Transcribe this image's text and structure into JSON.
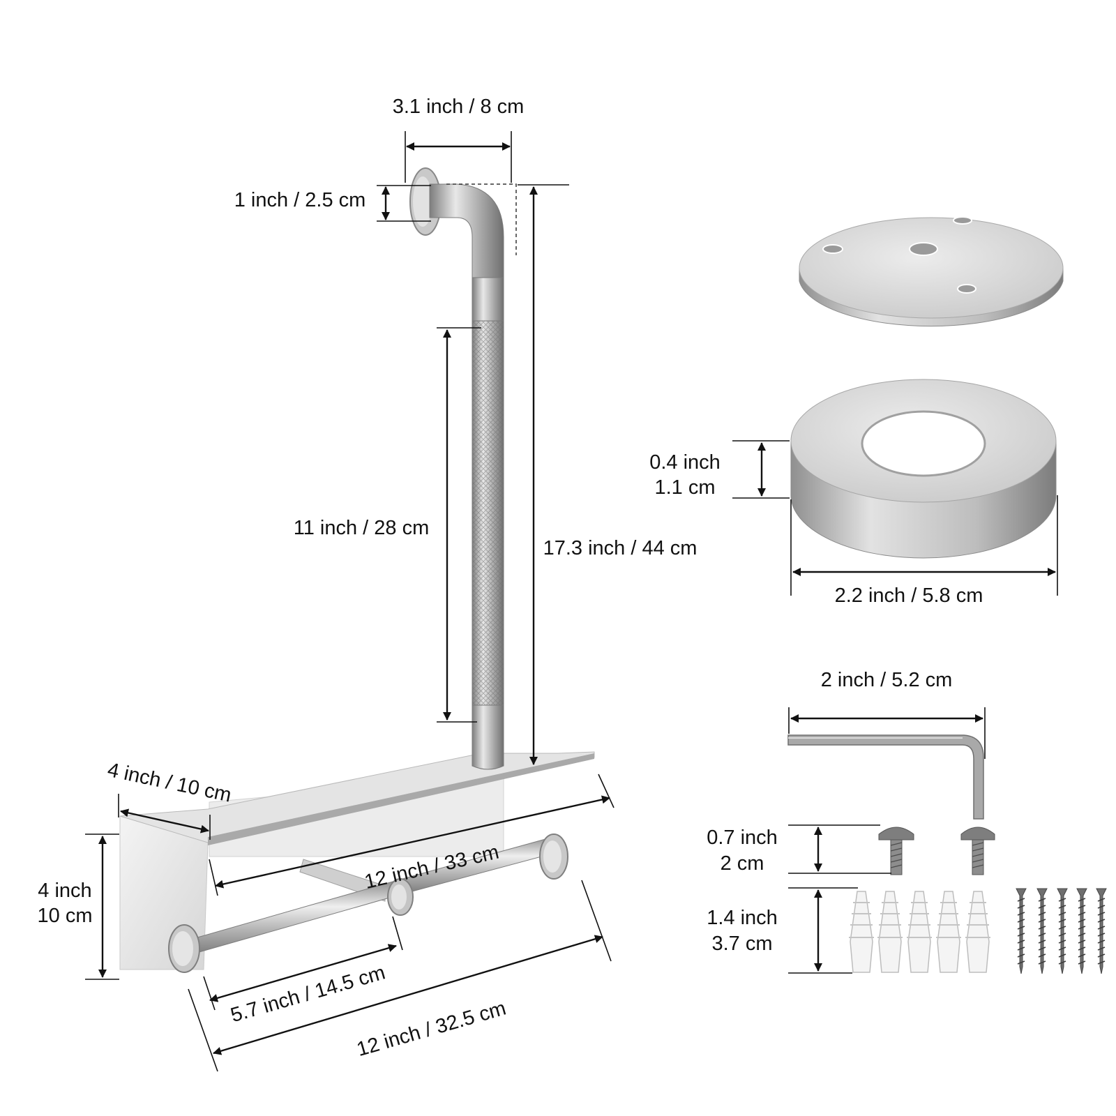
{
  "colors": {
    "metal_light": "#f1f1f1",
    "metal_mid": "#c4c4c4",
    "metal_dark": "#8c8c8c",
    "line": "#111111",
    "background": "#ffffff"
  },
  "dimensions": {
    "flange_width": "3.1 inch / 8 cm",
    "flange_offset": "1 inch / 2.5 cm",
    "grip_length": "11 inch / 28 cm",
    "total_height": "17.3 inch / 44 cm",
    "shelf_depth": "4 inch / 10 cm",
    "shelf_length": "12 inch / 33 cm",
    "plate_height_in": "4 inch",
    "plate_height_cm": "10 cm",
    "arm_length": "5.7 inch / 14.5 cm",
    "rod_length": "12 inch / 32.5 cm",
    "cover_thickness_in": "0.4 inch",
    "cover_thickness_cm": "1.1 cm",
    "cover_diameter": "2.2 inch / 5.8 cm",
    "wrench_length": "2 inch / 5.2 cm",
    "bolt_length_in": "0.7 inch",
    "bolt_length_cm": "2 cm",
    "anchor_length_in": "1.4 inch",
    "anchor_length_cm": "3.7 cm"
  }
}
